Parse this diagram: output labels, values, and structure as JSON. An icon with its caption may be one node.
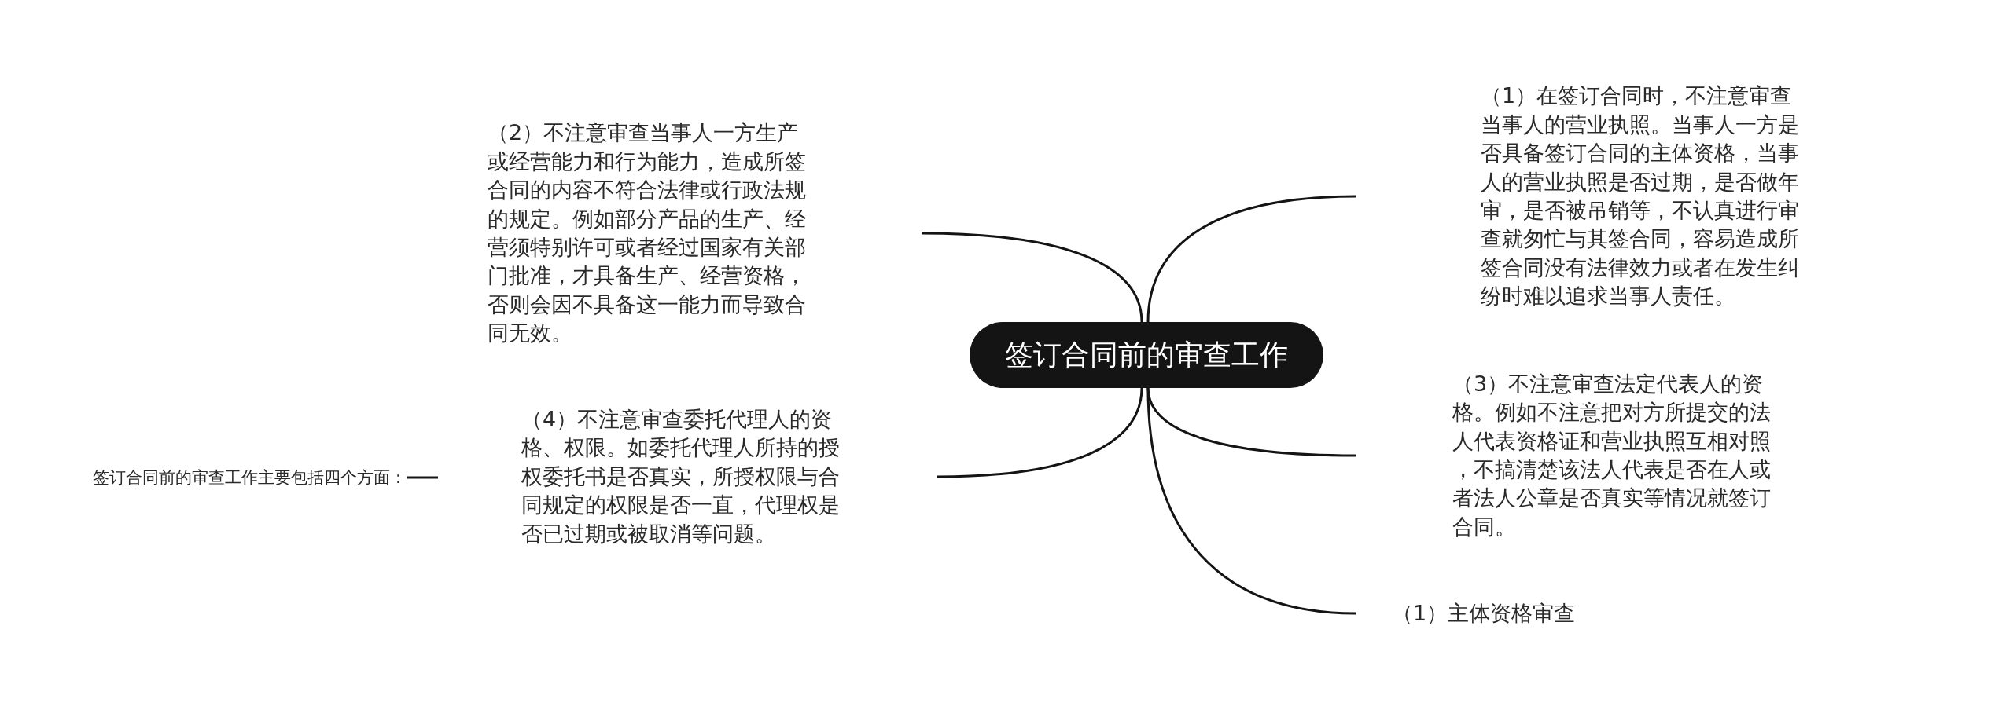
{
  "diagram": {
    "nodes": [
      {
        "text": [
          "签订合同前的审查工作"
        ]
      },
      {
        "text": [
          "（1）在签订合同时，不注意审查当事人的营业执照。当事人一方是否具备签订合同的主体资格，当事人的营业执照是否过期，是否做年审，是否被吊销等，不认真进行审查就匆忙与其签合同，容易造成所签合同没有法律效力或者在发生纠纷时难以追求当事人责任。"
        ]
      },
      {
        "text": [
          "（3）不注意审查法定代表人的资格。例如不注意把对方所提交的法人代表资格证和营业执照互相对照，不搞清楚该法人代表是否在人或者法人公章是否真实等情况就签订合同。"
        ]
      },
      {
        "text": [
          "（1）主体资格审查"
        ]
      },
      {
        "text": [
          "（2）不注意审查当事人一方生产或经营能力和行为能力，造成所签合同的内容不符合法律或行政法规的规定。例如部分产品的生产、经营须特别许可或者经过国家有关部门批准，才具备生产、经营资格，否则会因不具备这一能力而导致合同无效。"
        ]
      },
      {
        "text": [
          "（4）不注意审查委托代理人的资格、权限。如委托代理人所持的授权委托书是否真实，所授权限与合同规定的权限是否一直，代理权是否已过期或被取消等问题。"
        ]
      },
      {
        "text": [
          "签订合同前的审查工作主要包括四个方面："
        ]
      }
    ],
    "edges": [
      {
        "from": 0,
        "to": 1,
        "arrow": "none"
      },
      {
        "from": 0,
        "to": 2,
        "arrow": "none"
      },
      {
        "from": 0,
        "to": 3,
        "arrow": "none"
      },
      {
        "from": 0,
        "to": 4,
        "arrow": "none"
      },
      {
        "from": 0,
        "to": 5,
        "arrow": "none"
      },
      {
        "from": 6,
        "to": null,
        "arrow": "none"
      }
    ]
  }
}
